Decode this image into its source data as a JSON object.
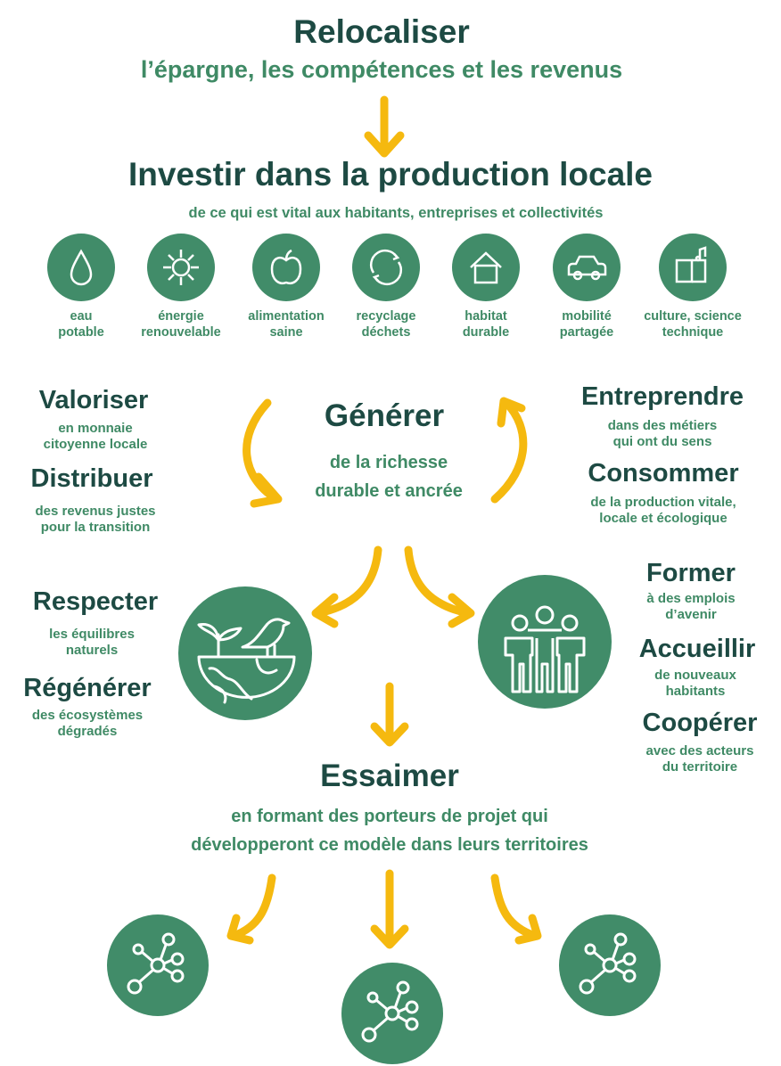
{
  "colors": {
    "dark": "#1d4a43",
    "green": "#3f8a65",
    "circle": "#418c69",
    "arrow": "#f5b90f"
  },
  "top": {
    "title": "Relocaliser",
    "subtitle": "l’épargne, les compétences et les revenus"
  },
  "invest": {
    "title": "Investir dans la production locale",
    "subtitle": "de ce qui est vital aux habitants, entreprises et collectivités"
  },
  "sectors": [
    {
      "icon": "water-drop-icon",
      "line1": "eau",
      "line2": "potable"
    },
    {
      "icon": "sun-icon",
      "line1": "énergie",
      "line2": "renouvelable"
    },
    {
      "icon": "apple-icon",
      "line1": "alimentation",
      "line2": "saine"
    },
    {
      "icon": "recycle-icon",
      "line1": "recyclage",
      "line2": "déchets"
    },
    {
      "icon": "house-icon",
      "line1": "habitat",
      "line2": "durable"
    },
    {
      "icon": "car-icon",
      "line1": "mobilité",
      "line2": "partagée"
    },
    {
      "icon": "book-music-icon",
      "line1": "culture, science",
      "line2": "technique"
    }
  ],
  "generer": {
    "title": "Générer",
    "line1": "de la richesse",
    "line2": "durable et ancrée"
  },
  "left_actions": [
    {
      "title": "Valoriser",
      "line1": "en monnaie",
      "line2": "citoyenne locale"
    },
    {
      "title": "Distribuer",
      "line1": "des revenus justes",
      "line2": "pour la transition"
    },
    {
      "title": "Respecter",
      "line1": "les équilibres",
      "line2": "naturels"
    },
    {
      "title": "Régénérer",
      "line1": "des écosystèmes",
      "line2": "dégradés"
    }
  ],
  "right_actions": [
    {
      "title": "Entreprendre",
      "line1": "dans des métiers",
      "line2": "qui ont du sens"
    },
    {
      "title": "Consommer",
      "line1": "de la production vitale,",
      "line2": "locale et écologique"
    },
    {
      "title": "Former",
      "line1": "à des emplois",
      "line2": "d’avenir"
    },
    {
      "title": "Accueillir",
      "line1": "de nouveaux",
      "line2": "habitants"
    },
    {
      "title": "Coopérer",
      "line1": "avec des acteurs",
      "line2": "du territoire"
    }
  ],
  "essaimer": {
    "title": "Essaimer",
    "line1": "en formant des porteurs de projet qui",
    "line2": "développeront ce modèle dans leurs territoires"
  }
}
